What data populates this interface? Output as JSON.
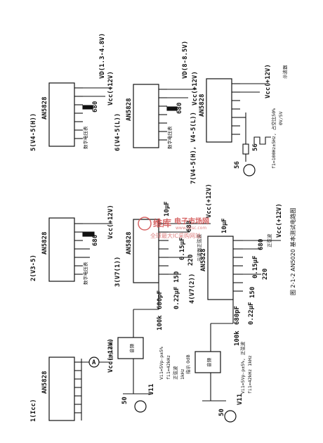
{
  "chip": "AN5828",
  "supply": "Vcc(+12V)",
  "figure_caption": "图 2-1-2  AN5020 基本测试电路图",
  "circuits": {
    "c1": {
      "title": "1(Icc)",
      "meter": "A"
    },
    "c2": {
      "title": "2(V3-5)",
      "resistor": "680",
      "meter_label": "数字电压表"
    },
    "c3": {
      "title": "3(V7(1))",
      "cap_top": "10μF",
      "cap_mid": "0.15μF",
      "res_mid": "220",
      "res_8": "680",
      "cap_low": "0.22μF",
      "res_low": "150",
      "res_in": "100k",
      "cap_in": "680pF",
      "res_src": "50",
      "source": "V11",
      "source_spec": "Vi1=5Vp-p±5%",
      "source_freq": "fi1=42kHz",
      "sine_note": "正弦波",
      "freq_note": "1kHz",
      "instrument": "音频",
      "instrument2": "指示 0dB",
      "scope_note": "示波器正弦波"
    },
    "c4": {
      "title": "4(V7(2))",
      "cap_top": "10μF",
      "cap_mid": "0.15μF",
      "res_mid": "220",
      "res_8": "680",
      "cap_low": "0.22μF",
      "res_low": "150",
      "res_in": "100k",
      "cap_in": "680pF",
      "res_src": "50",
      "source": "V11",
      "source_spec": "Vi1=5Vp-p±5%, 正弦波",
      "source_freq": "fi1=42kHz  1kHz",
      "instrument": "音频",
      "instrument2": "指示 0dB",
      "wave_note": "正弦波"
    },
    "c5": {
      "title": "5(V4-5(H))",
      "resistor": "680",
      "vd": "VD(1.3-4.8V)",
      "meter_label": "数字电压表"
    },
    "c6": {
      "title": "6(V4-5(L))",
      "resistor": "680",
      "vd": "VD(8-8.5V)",
      "meter_label": "数字电压表"
    },
    "c7": {
      "title": "7(V4-5(H), V4-5(L))",
      "res_a": "56",
      "res_b": "56",
      "scope": "示波器",
      "pulse_note": "f1=100Hz±5Hz, 占空比50%",
      "amp_note": "0V/5V"
    }
  },
  "watermark": {
    "brand": "维库",
    "cn": "电子市场网",
    "url": "www.dzsc.com",
    "cn2": "全球最大IC采购网站"
  }
}
